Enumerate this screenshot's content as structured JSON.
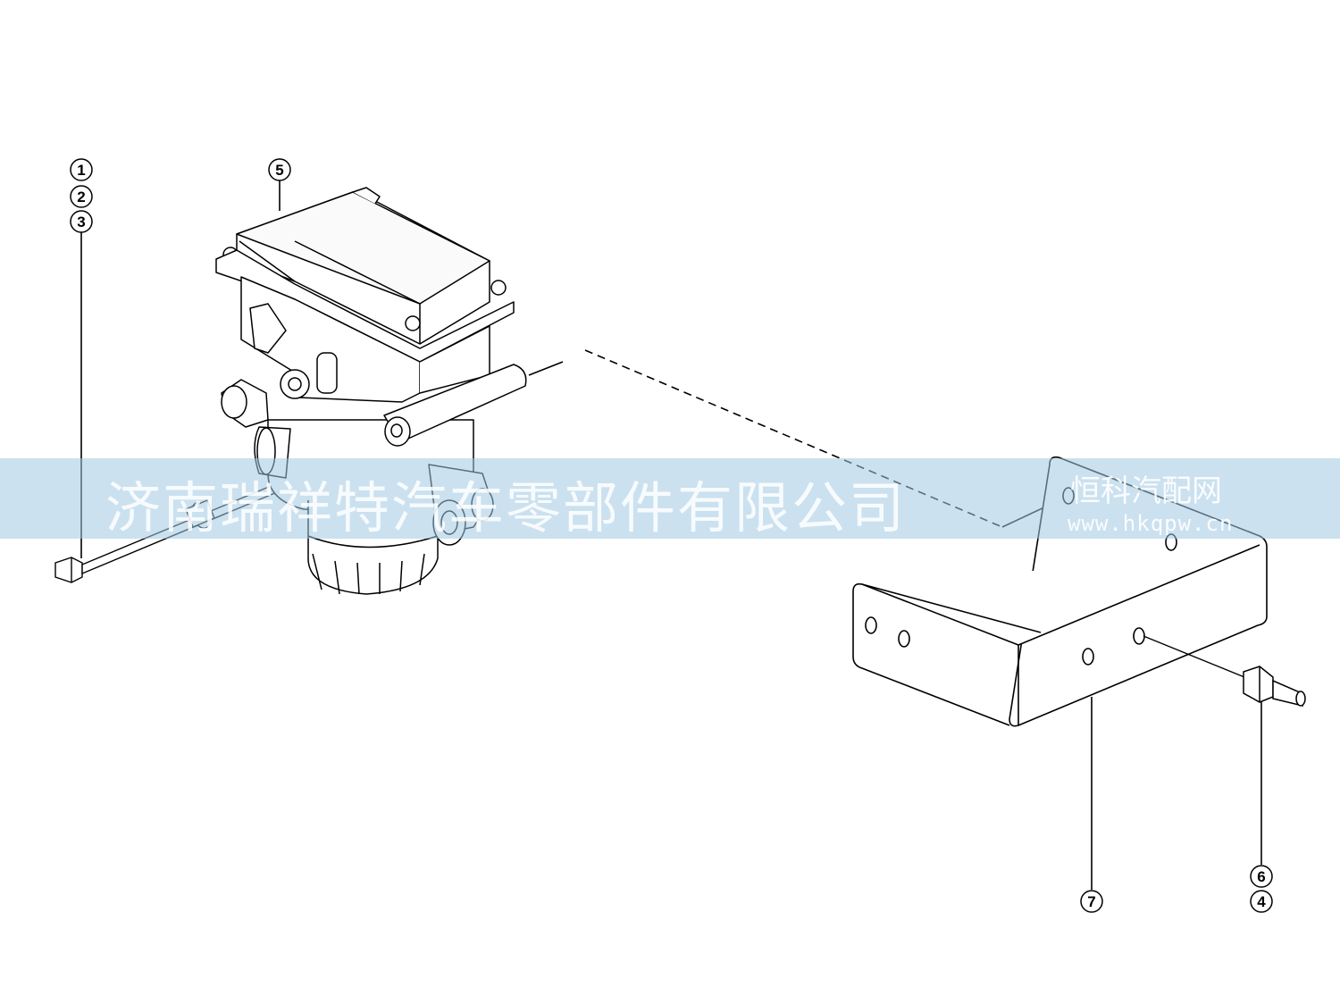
{
  "callouts": {
    "c1": "1",
    "c2": "2",
    "c3": "3",
    "c4": "4",
    "c5": "5",
    "c6": "6",
    "c7": "7"
  },
  "watermark": {
    "company": "济南瑞祥特汽车零部件有限公司",
    "site_name": "恒科汽配网",
    "url": "www.hkqpw.cn"
  },
  "colors": {
    "line": "#000000",
    "watermark_band": "#a0c8e1"
  }
}
